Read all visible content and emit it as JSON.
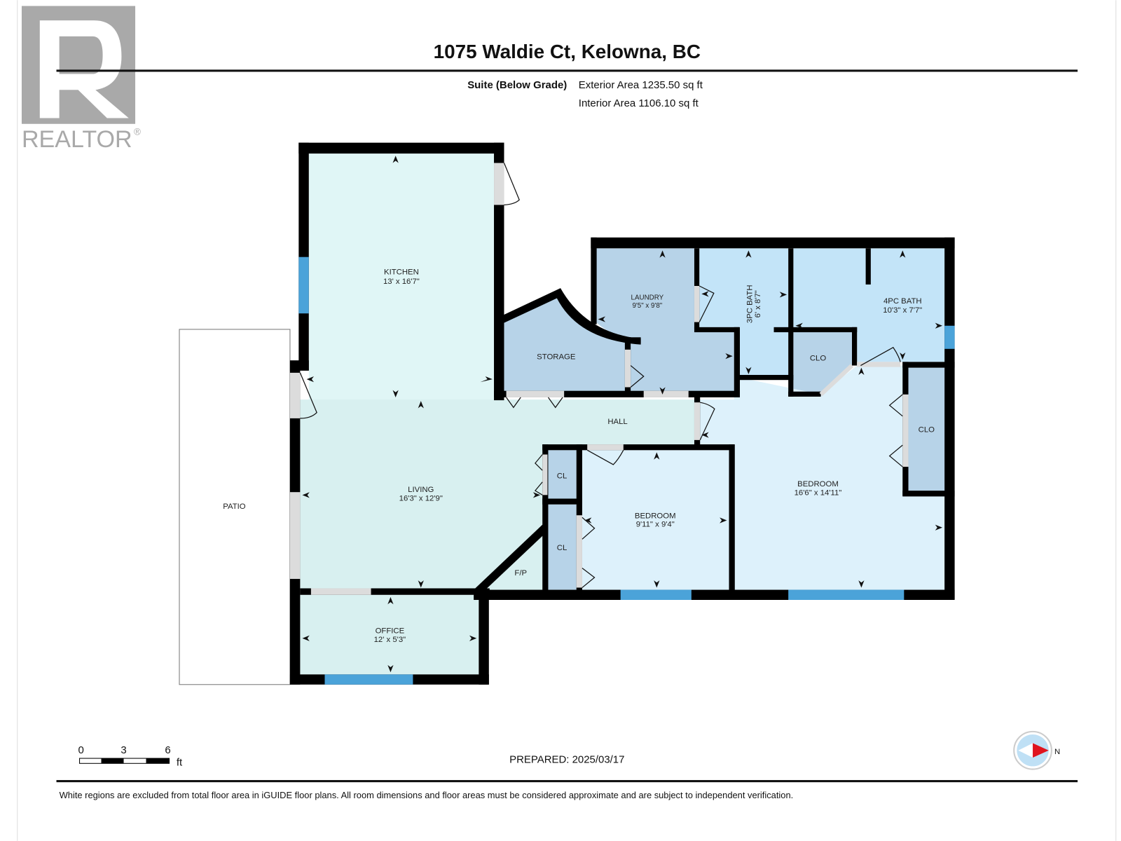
{
  "header": {
    "address": "1075 Waldie Ct, Kelowna, BC",
    "level": "Suite (Below Grade)",
    "exterior_area": "Exterior Area 1235.50 sq ft",
    "interior_area": "Interior Area 1106.10 sq ft"
  },
  "logo": {
    "text": "REALTOR",
    "mark": "®"
  },
  "rooms": {
    "kitchen": {
      "name": "KITCHEN",
      "dims": "13' x 16'7\""
    },
    "storage": {
      "name": "STORAGE"
    },
    "laundry": {
      "name": "LAUNDRY",
      "dims": "9'5\" x 9'8\""
    },
    "bath3": {
      "name": "3PC BATH",
      "dims": "6' x 8'7\""
    },
    "bath4": {
      "name": "4PC BATH",
      "dims": "10'3\" x 7'7\""
    },
    "clo1": {
      "name": "CLO"
    },
    "clo2": {
      "name": "CLO"
    },
    "hall": {
      "name": "HALL"
    },
    "living": {
      "name": "LIVING",
      "dims": "16'3\" x 12'9\""
    },
    "patio": {
      "name": "PATIO"
    },
    "cl1": {
      "name": "CL"
    },
    "cl2": {
      "name": "CL"
    },
    "fp": {
      "name": "F/P"
    },
    "bedroom_small": {
      "name": "BEDROOM",
      "dims": "9'11\" x 9'4\""
    },
    "bedroom_large": {
      "name": "BEDROOM",
      "dims": "16'6\" x 14'11\""
    },
    "office": {
      "name": "OFFICE",
      "dims": "12' x 5'3\""
    }
  },
  "scale": {
    "ticks": [
      "0",
      "3",
      "6"
    ],
    "unit": "ft"
  },
  "prepared": "PREPARED: 2025/03/17",
  "compass": {
    "label": "N"
  },
  "footer": "White regions are excluded from total floor area in iGUIDE floor plans. All room dimensions and floor areas must be considered approximate and are subject to independent verification.",
  "colors": {
    "mint": "#dcf3f3",
    "blue_mid": "#b7d3e8",
    "blue_light": "#c3e4f8",
    "blue_pale": "#ddf1fb",
    "window": "#4ba3d9"
  }
}
